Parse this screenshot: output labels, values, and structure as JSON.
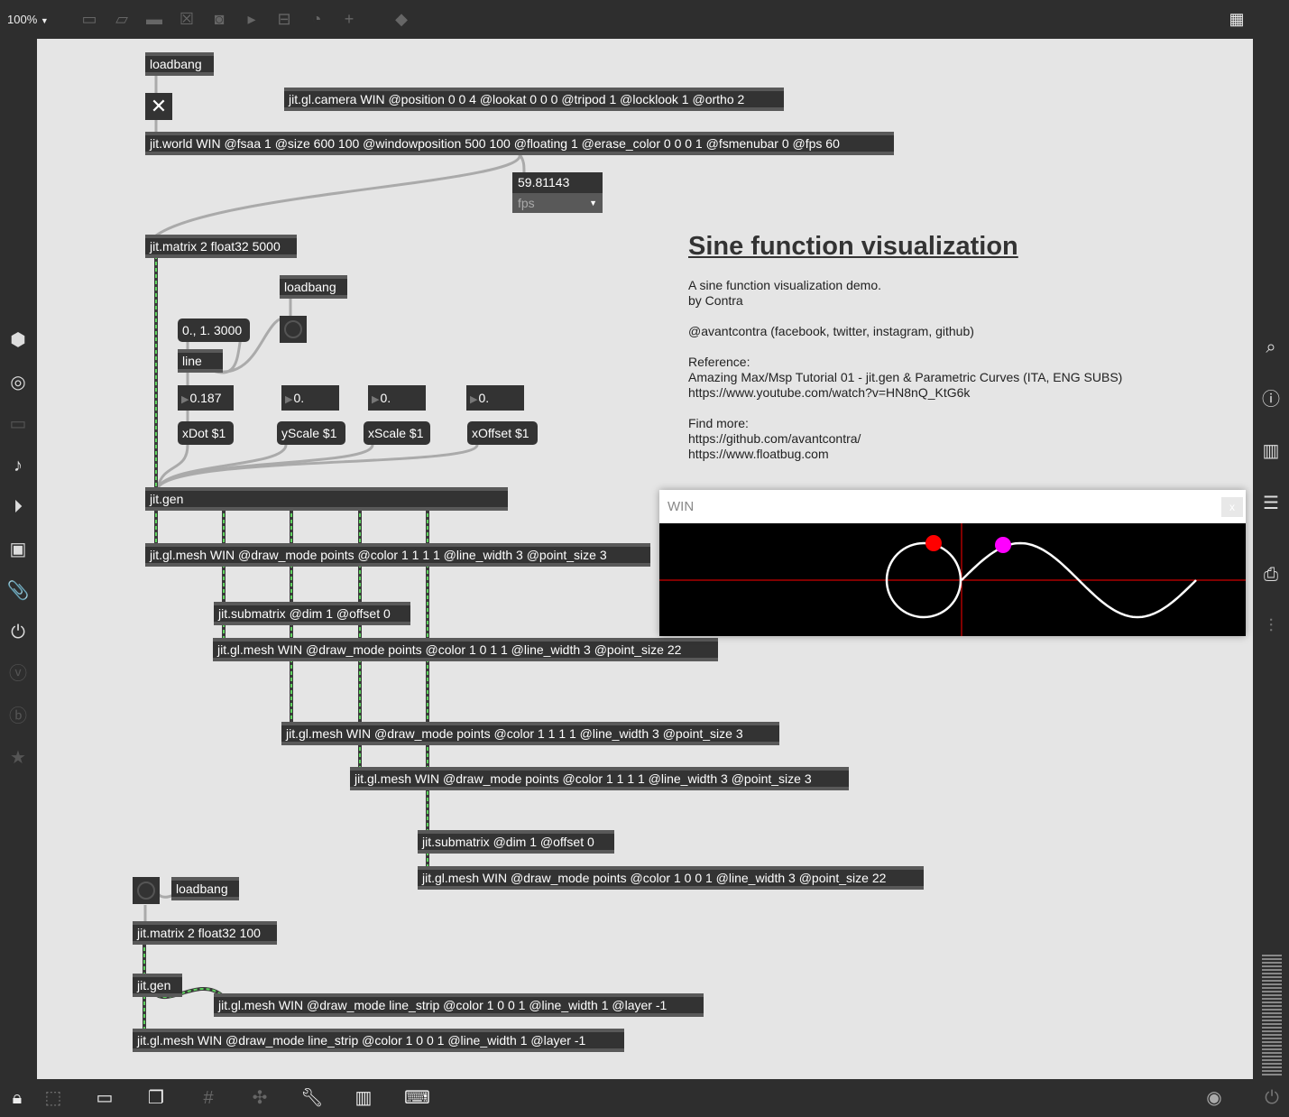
{
  "toolbar": {
    "zoom": "100%",
    "zoom_arrow": "▼"
  },
  "patch": {
    "loadbang_1": "loadbang",
    "toggle_glyph": "✕",
    "camera": "jit.gl.camera WIN @position 0 0 4 @lookat 0 0 0 @tripod 1 @locklook 1 @ortho 2",
    "world": "jit.world WIN @fsaa 1 @size 600 100 @windowposition 500 100 @floating 1 @erase_color 0 0 0 1 @fsmenubar 0 @fps 60",
    "fps_value": "59.81143",
    "fps_menu": "fps",
    "matrix_5000": "jit.matrix 2 float32 5000",
    "loadbang_2": "loadbang",
    "line_msg": "0., 1. 3000",
    "line": "line",
    "num_xdot": "0.187",
    "num_yscale": "0.",
    "num_xscale": "0.",
    "num_xoffset": "0.",
    "msg_xdot": "xDot $1",
    "msg_yscale": "yScale $1",
    "msg_xscale": "xScale $1",
    "msg_xoffset": "xOffset $1",
    "gen_1": "jit.gen",
    "mesh_1": "jit.gl.mesh WIN @draw_mode points @color 1 1 1 1 @line_width 3 @point_size 3",
    "submatrix_1": "jit.submatrix @dim 1 @offset 0",
    "mesh_2": "jit.gl.mesh WIN @draw_mode points @color 1 0 1 1 @line_width 3 @point_size 22",
    "mesh_3": "jit.gl.mesh WIN @draw_mode points @color 1 1 1 1 @line_width 3 @point_size 3",
    "mesh_4": "jit.gl.mesh WIN @draw_mode points @color 1 1 1 1 @line_width 3 @point_size 3",
    "submatrix_2": "jit.submatrix @dim 1 @offset 0",
    "mesh_5": "jit.gl.mesh WIN @draw_mode points @color 1 0 0 1 @line_width 3 @point_size 22",
    "loadbang_3": "loadbang",
    "matrix_100": "jit.matrix 2 float32 100",
    "gen_2": "jit.gen",
    "mesh_6": "jit.gl.mesh WIN @draw_mode line_strip @color 1 0 0 1 @line_width 1 @layer -1",
    "mesh_7": "jit.gl.mesh WIN @draw_mode line_strip @color 1 0 0 1 @line_width 1 @layer -1"
  },
  "comment": {
    "title": "Sine function visualization",
    "lines": [
      "A sine function visualization demo.",
      "by Contra",
      "",
      "@avantcontra (facebook, twitter, instagram, github)",
      "",
      "Reference:",
      "Amazing Max/Msp Tutorial 01 - jit.gen & Parametric Curves (ITA, ENG SUBS)",
      "https://www.youtube.com/watch?v=HN8nQ_KtG6k",
      "",
      "Find more:",
      "https://github.com/avantcontra/",
      "https://www.floatbug.com"
    ]
  },
  "window": {
    "title": "WIN",
    "close": "x"
  },
  "colors": {
    "canvas": "#e5e5e5",
    "object": "#333333",
    "cord_matrix": "#3fc24a",
    "dot_red": "#ff0000",
    "dot_magenta": "#ff00ff",
    "axis": "#ff0000"
  }
}
